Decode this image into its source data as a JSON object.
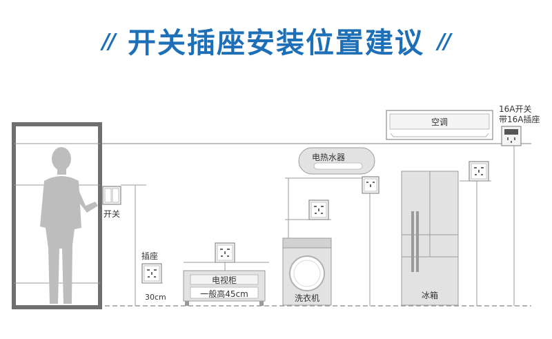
{
  "title": "开关插座安装位置建议",
  "title_decoration": "//",
  "labels": {
    "switch": "开关",
    "socket": "插座",
    "socket_height": "30cm",
    "tv_cabinet": "电视柜",
    "tv_height": "一般高45cm",
    "water_heater": "电热水器",
    "washing_machine": "洗衣机",
    "fridge": "冰箱",
    "air_conditioner": "空调",
    "ac_switch_line1": "16A开关",
    "ac_switch_line2": "带16A插座"
  },
  "colors": {
    "accent": "#1d6fb8",
    "line": "#9a9a9a",
    "figure": "#bdbdbd",
    "appliance": "#e2e2e2"
  }
}
